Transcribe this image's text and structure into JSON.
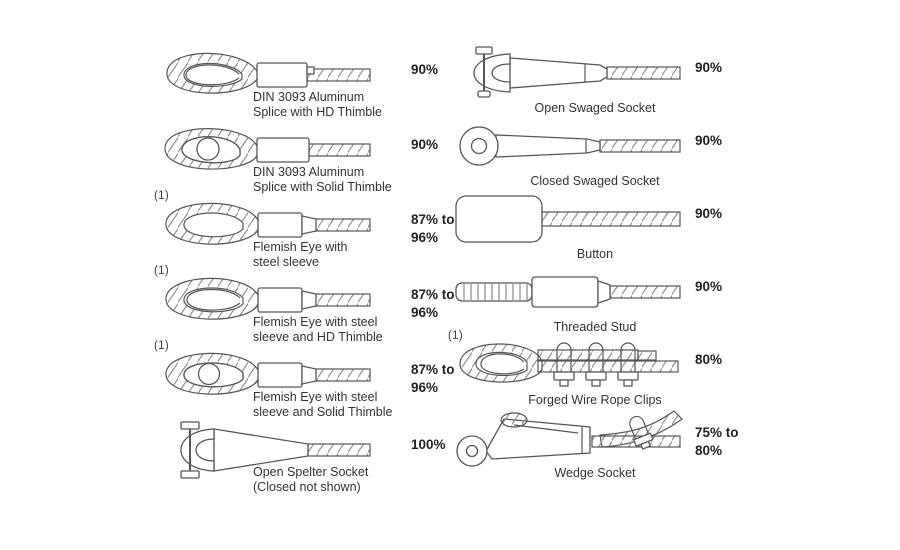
{
  "figure": {
    "description": "Wire rope end termination efficiency diagram",
    "background_color": "#ffffff",
    "line_color": "#565656",
    "text_color": "#333333",
    "left_column": {
      "items": [
        {
          "note": "",
          "caption_line1": "DIN 3093 Aluminum",
          "caption_line2": "Splice with HD Thimble",
          "efficiency": "90%",
          "illustration": "thimble-eye-aluminum-splice-hd"
        },
        {
          "note": "",
          "caption_line1": "DIN 3093 Aluminum",
          "caption_line2": "Splice with Solid Thimble",
          "efficiency": "90%",
          "illustration": "thimble-eye-aluminum-splice-solid"
        },
        {
          "note": "(1)",
          "caption_line1": "Flemish Eye with",
          "caption_line2": "steel sleeve",
          "efficiency": "87% to 96%",
          "illustration": "flemish-eye-steel-sleeve"
        },
        {
          "note": "(1)",
          "caption_line1": "Flemish Eye with steel",
          "caption_line2": "sleeve and HD Thimble",
          "efficiency": "87% to 96%",
          "illustration": "flemish-eye-hd-thimble"
        },
        {
          "note": "(1)",
          "caption_line1": "Flemish Eye with steel",
          "caption_line2": "sleeve and Solid Thimble",
          "efficiency": "87% to 96%",
          "illustration": "flemish-eye-solid-thimble"
        },
        {
          "note": "",
          "caption_line1": "Open Spelter Socket",
          "caption_line2": "(Closed not shown)",
          "efficiency": "100%",
          "illustration": "open-spelter-socket"
        }
      ]
    },
    "right_column": {
      "items": [
        {
          "note": "",
          "caption_line1": "Open Swaged Socket",
          "caption_line2": "",
          "efficiency": "90%",
          "illustration": "open-swaged-socket"
        },
        {
          "note": "",
          "caption_line1": "Closed Swaged Socket",
          "caption_line2": "",
          "efficiency": "90%",
          "illustration": "closed-swaged-socket"
        },
        {
          "note": "",
          "caption_line1": "Button",
          "caption_line2": "",
          "efficiency": "90%",
          "illustration": "button-termination"
        },
        {
          "note": "",
          "caption_line1": "Threaded Stud",
          "caption_line2": "",
          "efficiency": "90%",
          "illustration": "threaded-stud"
        },
        {
          "note": "(1)",
          "caption_line1": "Forged Wire Rope Clips",
          "caption_line2": "",
          "efficiency": "80%",
          "illustration": "forged-wire-rope-clips"
        },
        {
          "note": "",
          "caption_line1": "Wedge Socket",
          "caption_line2": "",
          "efficiency": "75% to 80%",
          "illustration": "wedge-socket"
        }
      ]
    }
  }
}
